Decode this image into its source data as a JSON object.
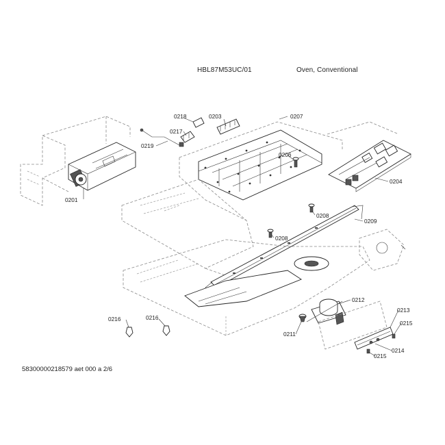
{
  "header": {
    "model": "HBL87M53UC/01",
    "product_type": "Oven, Conventional"
  },
  "footer": {
    "doc_id": "58300000218579 aet 000 a 2/6"
  },
  "callouts": {
    "c0218": "0218",
    "c0217": "0217",
    "c0219": "0219",
    "c0203": "0203",
    "c0207": "0207",
    "c0206": "0206",
    "c0204": "0204",
    "c0201": "0201",
    "c0208a": "0208",
    "c0208b": "0208",
    "c0209": "0209",
    "c0212": "0212",
    "c0213": "0213",
    "c0215a": "0215",
    "c0214": "0214",
    "c0215b": "0215",
    "c0211": "0211",
    "c0216a": "0216",
    "c0216b": "0216"
  }
}
